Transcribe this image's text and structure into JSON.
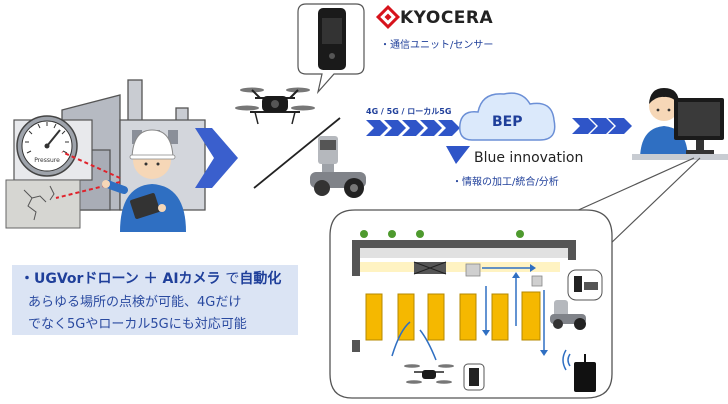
{
  "kyocera": {
    "brand": "KYOCERA",
    "description": "・通信ユニット/センサー"
  },
  "network_label": "4G / 5G / ローカル5G",
  "cloud_label": "BEP",
  "blue_innovation": {
    "brand": "Blue innovation",
    "description": "・情報の加工/統合/分析"
  },
  "summary": {
    "line1_part1": "・UGVorドローン ＋ AIカメラ",
    "line1_part2": "で",
    "line1_part3": "自動化",
    "line2": "あらゆる場所の点検が可能、4Gだけ",
    "line3": "でなく5Gやローカル5Gにも対応可能"
  },
  "gauge_label": "Pressure",
  "colors": {
    "accent_blue": "#2f55c8",
    "arrow_blue": "#3a5fcd",
    "kyocera_red": "#d7131c",
    "text_blue": "#1f3f9a",
    "box_bg": "#dbe4f4",
    "cloud_bg": "#dbe9fb",
    "shelf_orange": "#f5b800"
  },
  "icons": [
    "factory-icon",
    "pressure-gauge-icon",
    "worker-icon",
    "tablet-icon",
    "drone-icon",
    "ugv-robot-icon",
    "communication-unit-icon",
    "cloud-icon",
    "operator-icon",
    "monitor-icon",
    "kyocera-logo-icon",
    "blue-innovation-logo-icon",
    "floor-map-icon",
    "wifi-signal-icon"
  ]
}
